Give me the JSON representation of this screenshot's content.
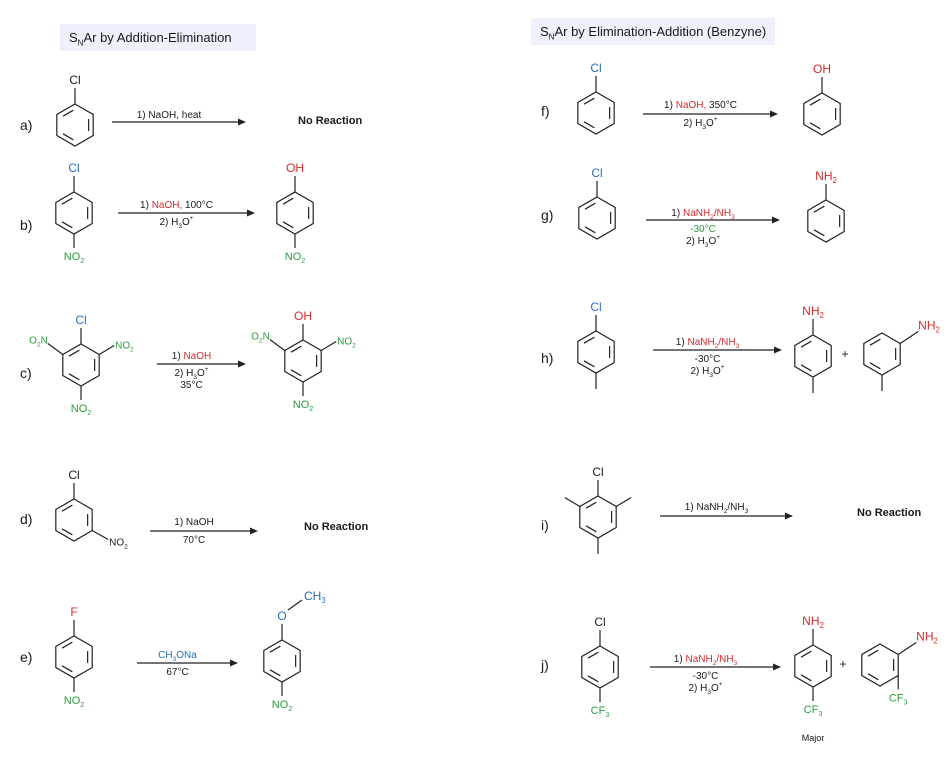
{
  "headers": {
    "left": {
      "pre": "S",
      "sub": "N",
      "post": "Ar by Addition-Elimination"
    },
    "right": {
      "pre": "S",
      "sub": "N",
      "post": "Ar by Elimination-Addition (Benzyne)"
    }
  },
  "colors": {
    "red": "#d62b2b",
    "green": "#2e9a3e",
    "blue": "#2a6ebb",
    "ink": "#1a1a1a"
  },
  "reactions": [
    {
      "label": "a)",
      "sm": {
        "top": [
          {
            "t": "Cl",
            "c": "ink"
          }
        ]
      },
      "conditions": [
        [
          {
            "t": "1) NaOH, heat",
            "c": "ink"
          }
        ]
      ],
      "no_reaction": "No Reaction"
    },
    {
      "label": "b)",
      "sm": {
        "top": [
          {
            "t": "Cl",
            "c": "blue"
          }
        ],
        "bottom": [
          {
            "t": "NO",
            "c": "green"
          },
          {
            "t": "2",
            "c": "green",
            "s": "sub"
          }
        ]
      },
      "conditions": [
        [
          {
            "t": "1) ",
            "c": "ink"
          },
          {
            "t": "NaOH,",
            "c": "red"
          },
          {
            "t": "  100°C",
            "c": "ink"
          }
        ],
        [
          {
            "t": "2) H",
            "c": "ink"
          },
          {
            "t": "3",
            "c": "ink",
            "s": "sub"
          },
          {
            "t": "O",
            "c": "ink"
          },
          {
            "t": "+",
            "c": "ink",
            "s": "sup"
          }
        ]
      ],
      "products": [
        {
          "top": [
            {
              "t": "OH",
              "c": "red"
            }
          ],
          "bottom": [
            {
              "t": "NO",
              "c": "green"
            },
            {
              "t": "2",
              "c": "green",
              "s": "sub"
            }
          ]
        }
      ]
    },
    {
      "label": "c)",
      "sm": {
        "top": [
          {
            "t": "Cl",
            "c": "blue"
          }
        ],
        "bottom": [
          {
            "t": "NO",
            "c": "green"
          },
          {
            "t": "2",
            "c": "green",
            "s": "sub"
          }
        ],
        "ul": [
          {
            "t": "O",
            "c": "green"
          },
          {
            "t": "2",
            "c": "green",
            "s": "sub"
          },
          {
            "t": "N",
            "c": "green"
          }
        ],
        "ur": [
          {
            "t": "NO",
            "c": "green"
          },
          {
            "t": "2",
            "c": "green",
            "s": "sub"
          }
        ]
      },
      "conditions": [
        [
          {
            "t": "1) ",
            "c": "ink"
          },
          {
            "t": "NaOH",
            "c": "red"
          }
        ],
        [
          {
            "t": "2) H",
            "c": "ink"
          },
          {
            "t": "3",
            "c": "ink",
            "s": "sub"
          },
          {
            "t": "O",
            "c": "ink"
          },
          {
            "t": "+",
            "c": "ink",
            "s": "sup"
          }
        ],
        [
          {
            "t": "35°C",
            "c": "ink"
          }
        ]
      ],
      "products": [
        {
          "top": [
            {
              "t": "OH",
              "c": "red"
            }
          ],
          "bottom": [
            {
              "t": "NO",
              "c": "green"
            },
            {
              "t": "2",
              "c": "green",
              "s": "sub"
            }
          ],
          "ul": [
            {
              "t": "O",
              "c": "green"
            },
            {
              "t": "2",
              "c": "green",
              "s": "sub"
            },
            {
              "t": "N",
              "c": "green"
            }
          ],
          "ur": [
            {
              "t": "NO",
              "c": "green"
            },
            {
              "t": "2",
              "c": "green",
              "s": "sub"
            }
          ]
        }
      ]
    },
    {
      "label": "d)",
      "sm": {
        "top": [
          {
            "t": "Cl",
            "c": "ink"
          }
        ],
        "lr": [
          {
            "t": "NO",
            "c": "ink"
          },
          {
            "t": "2",
            "c": "ink",
            "s": "sub"
          }
        ]
      },
      "conditions": [
        [
          {
            "t": "1) NaOH",
            "c": "ink"
          }
        ],
        [
          {
            "t": "70°C",
            "c": "ink"
          }
        ]
      ],
      "no_reaction": "No Reaction"
    },
    {
      "label": "e)",
      "sm": {
        "top": [
          {
            "t": "F",
            "c": "red"
          }
        ],
        "bottom": [
          {
            "t": "NO",
            "c": "green"
          },
          {
            "t": "2",
            "c": "green",
            "s": "sub"
          }
        ]
      },
      "conditions": [
        [
          {
            "t": "CH",
            "c": "blue"
          },
          {
            "t": "3",
            "c": "blue",
            "s": "sub"
          },
          {
            "t": "ONa",
            "c": "blue"
          }
        ],
        [
          {
            "t": "67°C",
            "c": "ink"
          }
        ]
      ],
      "products": [
        {
          "top": [
            {
              "t": "O",
              "c": "blue"
            }
          ],
          "top_ext": [
            {
              "t": "CH",
              "c": "blue"
            },
            {
              "t": "3",
              "c": "blue",
              "s": "sub"
            }
          ],
          "bottom": [
            {
              "t": "NO",
              "c": "green"
            },
            {
              "t": "2",
              "c": "green",
              "s": "sub"
            }
          ]
        }
      ]
    },
    {
      "label": "f)",
      "sm": {
        "top": [
          {
            "t": "Cl",
            "c": "blue"
          }
        ]
      },
      "conditions": [
        [
          {
            "t": "1) ",
            "c": "ink"
          },
          {
            "t": "NaOH,",
            "c": "red"
          },
          {
            "t": " 350°C",
            "c": "ink"
          }
        ],
        [
          {
            "t": "2) H",
            "c": "ink"
          },
          {
            "t": "3",
            "c": "ink",
            "s": "sub"
          },
          {
            "t": "O",
            "c": "ink"
          },
          {
            "t": "+",
            "c": "ink",
            "s": "sup"
          }
        ]
      ],
      "products": [
        {
          "top": [
            {
              "t": "OH",
              "c": "red"
            }
          ]
        }
      ]
    },
    {
      "label": "g)",
      "sm": {
        "top": [
          {
            "t": "Cl",
            "c": "blue"
          }
        ]
      },
      "conditions": [
        [
          {
            "t": "1)  ",
            "c": "ink"
          },
          {
            "t": "NaNH",
            "c": "red"
          },
          {
            "t": "2",
            "c": "red",
            "s": "sub"
          },
          {
            "t": "/NH",
            "c": "red"
          },
          {
            "t": "3",
            "c": "red",
            "s": "sub"
          }
        ],
        [
          {
            "t": "-30°C",
            "c": "green"
          }
        ],
        [
          {
            "t": "2) H",
            "c": "ink"
          },
          {
            "t": "3",
            "c": "ink",
            "s": "sub"
          },
          {
            "t": "O",
            "c": "ink"
          },
          {
            "t": "+",
            "c": "ink",
            "s": "sup"
          }
        ]
      ],
      "products": [
        {
          "top": [
            {
              "t": "NH",
              "c": "red"
            },
            {
              "t": "2",
              "c": "red",
              "s": "sub"
            }
          ]
        }
      ]
    },
    {
      "label": "h)",
      "sm": {
        "top": [
          {
            "t": "Cl",
            "c": "blue"
          }
        ],
        "methyl_bottom": true
      },
      "conditions": [
        [
          {
            "t": "1)  ",
            "c": "ink"
          },
          {
            "t": "NaNH",
            "c": "red"
          },
          {
            "t": "2",
            "c": "red",
            "s": "sub"
          },
          {
            "t": "/NH",
            "c": "red"
          },
          {
            "t": "3",
            "c": "red",
            "s": "sub"
          }
        ],
        [
          {
            "t": "-30°C",
            "c": "ink"
          }
        ],
        [
          {
            "t": "2) H",
            "c": "ink"
          },
          {
            "t": "3",
            "c": "ink",
            "s": "sub"
          },
          {
            "t": "O",
            "c": "ink"
          },
          {
            "t": "+",
            "c": "ink",
            "s": "sup"
          }
        ]
      ],
      "plus": "+",
      "products": [
        {
          "top": [
            {
              "t": "NH",
              "c": "red"
            },
            {
              "t": "2",
              "c": "red",
              "s": "sub"
            }
          ],
          "methyl_bottom": true
        },
        {
          "meta_top": [
            {
              "t": "NH",
              "c": "red"
            },
            {
              "t": "2",
              "c": "red",
              "s": "sub"
            }
          ],
          "methyl_bottom": true
        }
      ]
    },
    {
      "label": "i)",
      "sm": {
        "top": [
          {
            "t": "Cl",
            "c": "ink"
          }
        ],
        "methyl_bottom": true,
        "methyl_ortho": true
      },
      "conditions": [
        [
          {
            "t": "1)  NaNH",
            "c": "ink"
          },
          {
            "t": "2",
            "c": "ink",
            "s": "sub"
          },
          {
            "t": "/NH",
            "c": "ink"
          },
          {
            "t": "3",
            "c": "ink",
            "s": "sub"
          }
        ]
      ],
      "no_reaction": "No Reaction"
    },
    {
      "label": "j)",
      "sm": {
        "top": [
          {
            "t": "Cl",
            "c": "ink"
          }
        ],
        "bottom": [
          {
            "t": "CF",
            "c": "green"
          },
          {
            "t": "3",
            "c": "green",
            "s": "sub"
          }
        ]
      },
      "conditions": [
        [
          {
            "t": "1)  ",
            "c": "ink"
          },
          {
            "t": "NaNH",
            "c": "red"
          },
          {
            "t": "2",
            "c": "red",
            "s": "sub"
          },
          {
            "t": "/NH",
            "c": "red"
          },
          {
            "t": "3",
            "c": "red",
            "s": "sub"
          }
        ],
        [
          {
            "t": "-30°C",
            "c": "ink"
          }
        ],
        [
          {
            "t": "2) H",
            "c": "ink"
          },
          {
            "t": "3",
            "c": "ink",
            "s": "sub"
          },
          {
            "t": "O",
            "c": "ink"
          },
          {
            "t": "+",
            "c": "ink",
            "s": "sup"
          }
        ]
      ],
      "plus": "+",
      "major_label": "Major",
      "products": [
        {
          "top": [
            {
              "t": "NH",
              "c": "red"
            },
            {
              "t": "2",
              "c": "red",
              "s": "sub"
            }
          ],
          "bottom": [
            {
              "t": "CF",
              "c": "green"
            },
            {
              "t": "3",
              "c": "green",
              "s": "sub"
            }
          ]
        },
        {
          "meta_top": [
            {
              "t": "NH",
              "c": "red"
            },
            {
              "t": "2",
              "c": "red",
              "s": "sub"
            }
          ],
          "bottom_meta": [
            {
              "t": "CF",
              "c": "green"
            },
            {
              "t": "3",
              "c": "green",
              "s": "sub"
            }
          ]
        }
      ]
    }
  ]
}
